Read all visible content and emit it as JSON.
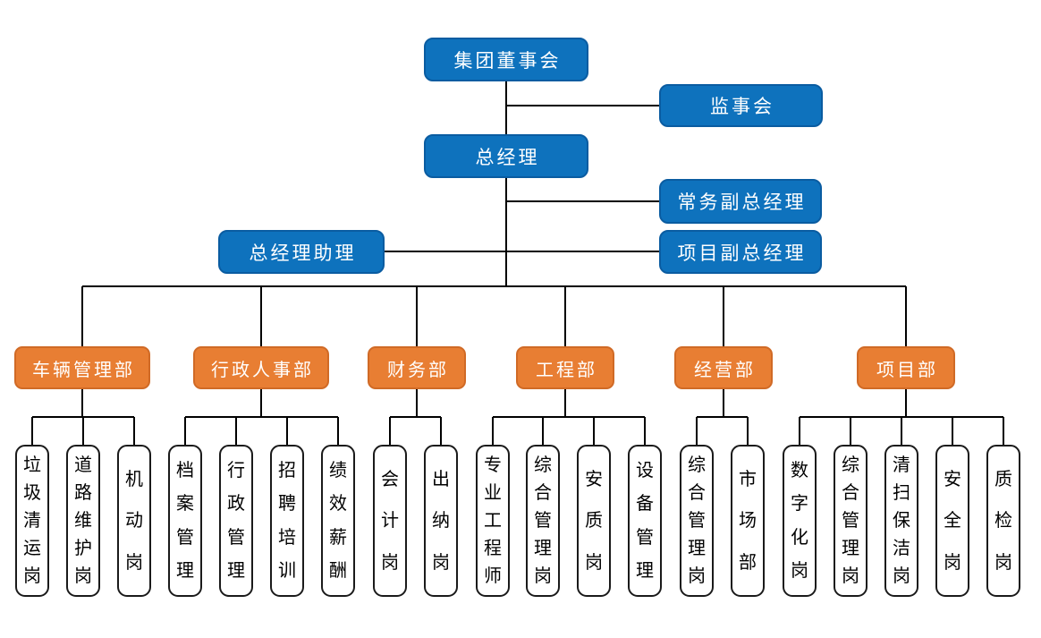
{
  "org": {
    "board": "集团董事会",
    "supervisory": "监事会",
    "general_manager": "总经理",
    "executive_deputy_gm": "常务副总经理",
    "gm_assistant": "总经理助理",
    "project_deputy_gm": "项目副总经理",
    "departments": [
      {
        "label": "车辆管理部",
        "children": [
          "垃圾清运岗",
          "道路维护岗",
          "机动岗"
        ]
      },
      {
        "label": "行政人事部",
        "children": [
          "档案管理",
          "行政管理",
          "招聘培训",
          "绩效薪酬"
        ]
      },
      {
        "label": "财务部",
        "children": [
          "会计岗",
          "出纳岗"
        ]
      },
      {
        "label": "工程部",
        "children": [
          "专业工程师",
          "综合管理岗",
          "安质岗",
          "设备管理"
        ]
      },
      {
        "label": "经营部",
        "children": [
          "综合管理岗",
          "市场部"
        ]
      },
      {
        "label": "项目部",
        "children": [
          "数字化岗",
          "综合管理岗",
          "清扫保洁岗",
          "安全岗",
          "质检岗"
        ]
      }
    ],
    "colors": {
      "executive_fill": "#0e72bd",
      "executive_border": "#0a5ca1",
      "department_fill": "#e87e33",
      "department_border": "#d06a26",
      "position_fill": "#ffffff",
      "position_border": "#1a1a1a",
      "connector": "#000000",
      "node_text": "#ffffff",
      "position_text": "#000000"
    }
  }
}
